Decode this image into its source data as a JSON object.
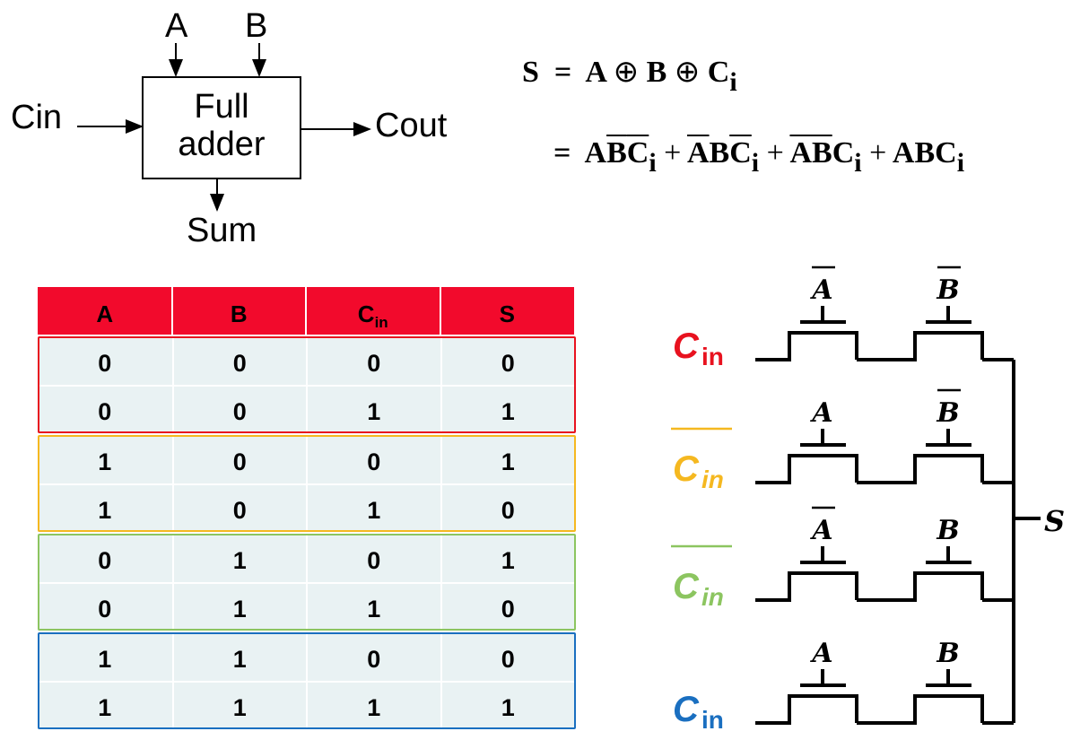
{
  "block": {
    "input_a": "A",
    "input_b": "B",
    "carry_in": "Cin",
    "title_line1": "Full",
    "title_line2": "adder",
    "carry_out": "Cout",
    "sum": "Sum"
  },
  "equation": {
    "line1": {
      "lhs": "S",
      "eq": "=",
      "t1": "A",
      "op": "⊕",
      "t2": "B",
      "t3": "C",
      "t3_sub": "i"
    },
    "line2": {
      "eq": "=",
      "plus": "+",
      "term1": {
        "a": "A",
        "b": "B",
        "c": "C",
        "sub": "i"
      },
      "term2": {
        "a": "A",
        "b": "B",
        "c": "C",
        "sub": "i"
      },
      "term3": {
        "a": "A",
        "b": "B",
        "c": "C",
        "sub": "i"
      },
      "term4": {
        "a": "A",
        "b": "B",
        "c": "C",
        "sub": "i"
      }
    }
  },
  "truth_table": {
    "headers": [
      "A",
      "B",
      "C",
      "S"
    ],
    "cin_sub": "in",
    "header_color": "#f20a2c",
    "row_color": "#e9f2f3",
    "rows": [
      [
        "0",
        "0",
        "0",
        "0"
      ],
      [
        "0",
        "0",
        "1",
        "1"
      ],
      [
        "1",
        "0",
        "0",
        "1"
      ],
      [
        "1",
        "0",
        "1",
        "0"
      ],
      [
        "0",
        "1",
        "0",
        "1"
      ],
      [
        "0",
        "1",
        "1",
        "0"
      ],
      [
        "1",
        "1",
        "0",
        "0"
      ],
      [
        "1",
        "1",
        "1",
        "1"
      ]
    ],
    "group_colors": [
      "#e8121f",
      "#f5b820",
      "#8cc560",
      "#1a6fc0"
    ]
  },
  "network": {
    "output": "S",
    "rows": [
      {
        "gate1": "A",
        "gate1_bar": true,
        "gate2": "B",
        "gate2_bar": true,
        "control": "C",
        "control_sub": "in",
        "control_bar": false,
        "color": "#e8121f"
      },
      {
        "gate1": "A",
        "gate1_bar": false,
        "gate2": "B",
        "gate2_bar": true,
        "control": "C",
        "control_sub": "in",
        "control_bar": true,
        "color": "#f5b820"
      },
      {
        "gate1": "A",
        "gate1_bar": true,
        "gate2": "B",
        "gate2_bar": false,
        "control": "C",
        "control_sub": "in",
        "control_bar": true,
        "color": "#8cc560"
      },
      {
        "gate1": "A",
        "gate1_bar": false,
        "gate2": "B",
        "gate2_bar": false,
        "control": "C",
        "control_sub": "in",
        "control_bar": false,
        "color": "#1a6fc0"
      }
    ]
  }
}
